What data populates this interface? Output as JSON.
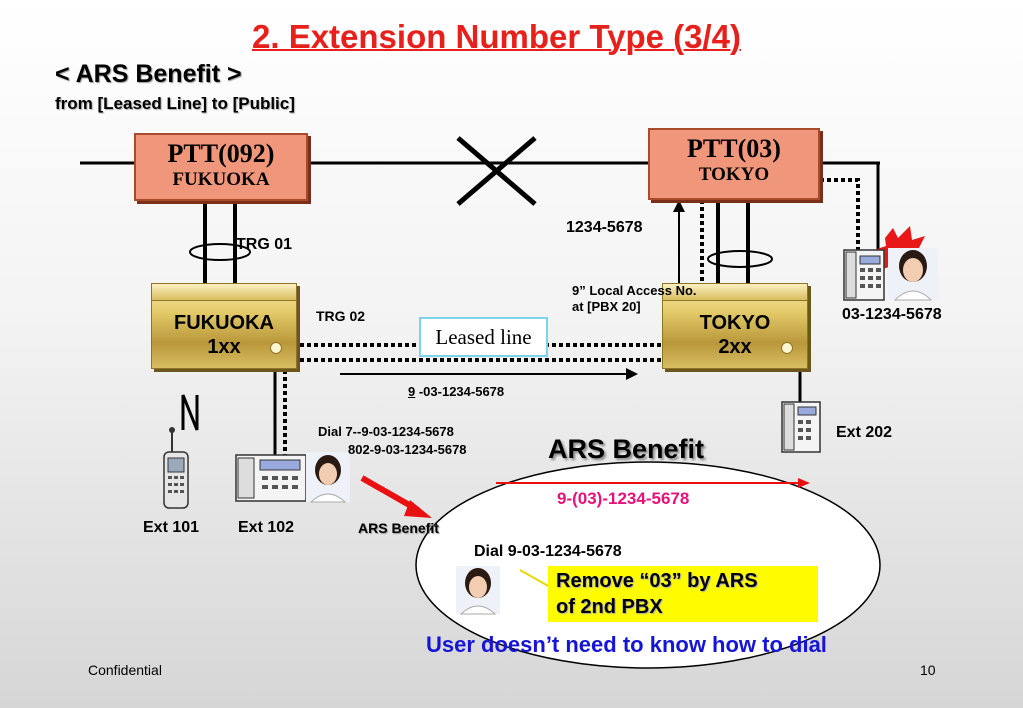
{
  "title": "2. Extension Number Type (3/4)",
  "subtitle": "< ARS Benefit >",
  "subtitle2": "from [Leased Line] to [Public]",
  "ptt_fukuoka": {
    "code": "PTT(092)",
    "city": "FUKUOKA"
  },
  "ptt_tokyo": {
    "code": "PTT(03)",
    "city": "TOKYO"
  },
  "pbx_fukuoka": {
    "name": "FUKUOKA",
    "ext": "1xx"
  },
  "pbx_tokyo": {
    "name": "TOKYO",
    "ext": "2xx"
  },
  "labels": {
    "trg01": "TRG 01",
    "trg02": "TRG 02",
    "leased_line": "Leased line",
    "num_1234": "1234-5678",
    "local_access_1": "9” Local Access No.",
    "local_access_2": "at [PBX 20]",
    "ext_03": "03-1234-5678",
    "dial_9": "9",
    "dial_9_rest": " -03-1234-5678",
    "dial7_line1": "Dial 7--9-03-1234-5678",
    "dial7_line2": "802-9-03-1234-5678",
    "ext202": "Ext 202",
    "ext101": "Ext 101",
    "ext102": "Ext 102",
    "ars_benefit_small": "ARS Benefit",
    "ars_benefit_big": "ARS Benefit",
    "pink_number": "9-(03)-1234-5678",
    "dial_ellipse": "Dial 9-03-1234-5678",
    "remove_line1": "Remove “03” by ARS",
    "remove_line2": "of 2nd PBX",
    "user_note": "User doesn’t need to know how to dial"
  },
  "footer": {
    "left": "Confidential",
    "page": "10"
  },
  "colors": {
    "title": "#e8201c",
    "ptt_box": "#f0967a",
    "pink": "#e8107a",
    "blue_note": "#1515d8",
    "highlight": "#fffc00"
  }
}
